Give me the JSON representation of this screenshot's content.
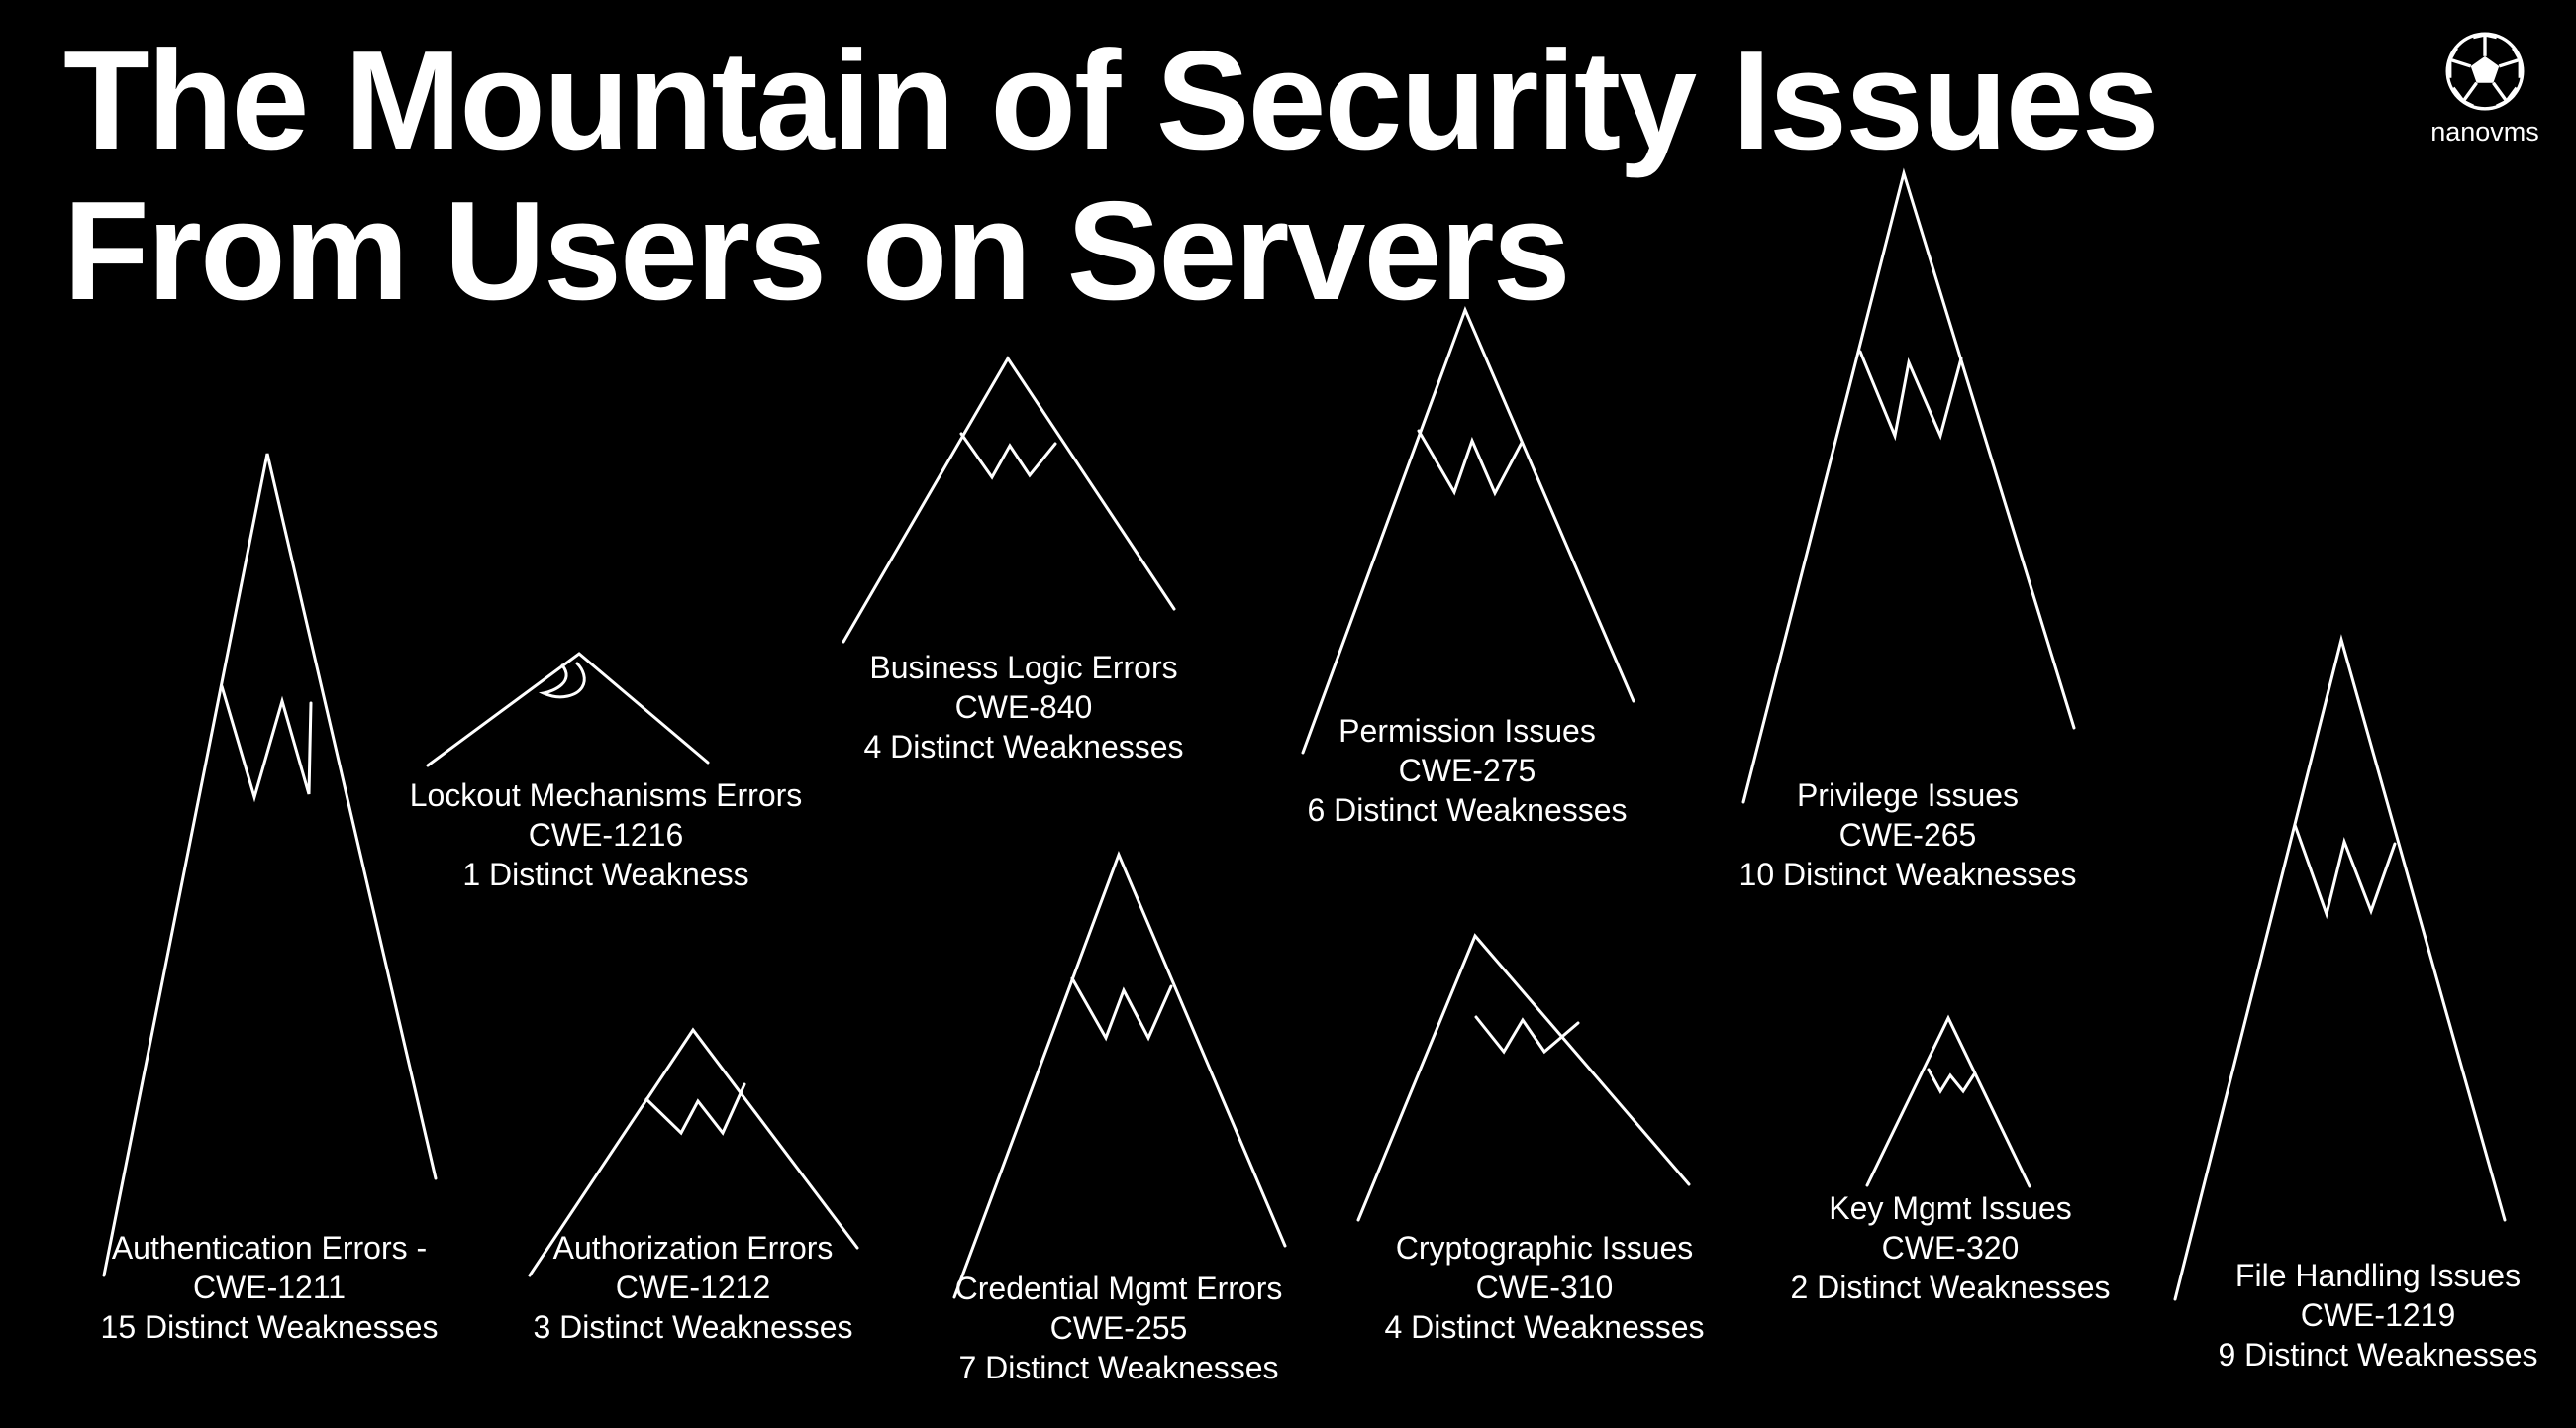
{
  "title": {
    "line1": "The Mountain of Security Issues",
    "line2": "From Users on Servers"
  },
  "logo": {
    "icon": "soccer-ball-icon",
    "text": "nanovms"
  },
  "mountains": [
    {
      "name": "Authentication Errors -",
      "cwe": "CWE-1211",
      "count": "15 Distinct Weaknesses"
    },
    {
      "name": "Lockout Mechanisms Errors",
      "cwe": "CWE-1216",
      "count": "1 Distinct Weakness"
    },
    {
      "name": "Authorization Errors",
      "cwe": "CWE-1212",
      "count": "3 Distinct Weaknesses"
    },
    {
      "name": "Business Logic Errors",
      "cwe": "CWE-840",
      "count": "4 Distinct Weaknesses"
    },
    {
      "name": "Credential Mgmt Errors",
      "cwe": "CWE-255",
      "count": "7 Distinct Weaknesses"
    },
    {
      "name": "Permission Issues",
      "cwe": "CWE-275",
      "count": "6 Distinct Weaknesses"
    },
    {
      "name": "Cryptographic Issues",
      "cwe": "CWE-310",
      "count": "4 Distinct Weaknesses"
    },
    {
      "name": "Privilege Issues",
      "cwe": "CWE-265",
      "count": "10 Distinct Weaknesses"
    },
    {
      "name": "Key Mgmt Issues",
      "cwe": "CWE-320",
      "count": "2 Distinct Weaknesses"
    },
    {
      "name": "File Handling Issues",
      "cwe": "CWE-1219",
      "count": "9 Distinct Weaknesses"
    }
  ],
  "colors": {
    "background": "#000000",
    "foreground": "#ffffff"
  }
}
